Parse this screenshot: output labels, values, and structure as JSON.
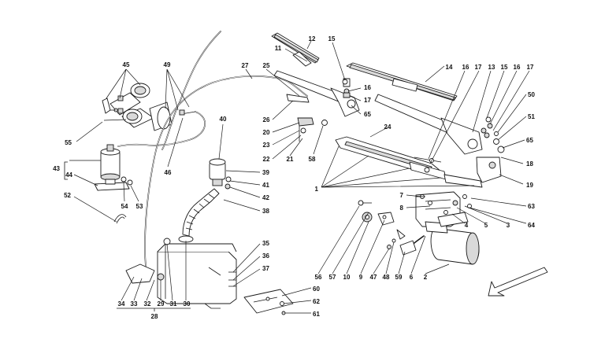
{
  "callouts": {
    "c1": "1",
    "c2": "2",
    "c3": "3",
    "c4": "4",
    "c5": "5",
    "c6": "6",
    "c7": "7",
    "c8": "8",
    "c9": "9",
    "c10": "10",
    "c11": "11",
    "c12": "12",
    "c13": "13",
    "c14": "14",
    "c15a": "15",
    "c15b": "15",
    "c16a": "16",
    "c16b": "16",
    "c16c": "16",
    "c17a": "17",
    "c17b": "17",
    "c17c": "17",
    "c18": "18",
    "c19": "19",
    "c20": "20",
    "c21": "21",
    "c22": "22",
    "c23": "23",
    "c24": "24",
    "c25": "25",
    "c26": "26",
    "c27": "27",
    "c28": "28",
    "c29": "29",
    "c30": "30",
    "c31": "31",
    "c32": "32",
    "c33": "33",
    "c34": "34",
    "c35": "35",
    "c36": "36",
    "c37": "37",
    "c38": "38",
    "c39": "39",
    "c40": "40",
    "c41": "41",
    "c42": "42",
    "c43": "43",
    "c44": "44",
    "c45": "45",
    "c46": "46",
    "c47": "47",
    "c48": "48",
    "c49": "49",
    "c50": "50",
    "c51": "51",
    "c52": "52",
    "c53": "53",
    "c54": "54",
    "c55": "55",
    "c56": "56",
    "c57": "57",
    "c58": "58",
    "c59": "59",
    "c60": "60",
    "c61": "61",
    "c62": "62",
    "c63": "63",
    "c64": "64",
    "c65a": "65",
    "c65b": "65"
  },
  "colors": {
    "line": "#1a1a1a",
    "background": "#ffffff",
    "shade": "#d9d9d9"
  },
  "icons": {
    "direction_arrow": "arrow-icon"
  }
}
